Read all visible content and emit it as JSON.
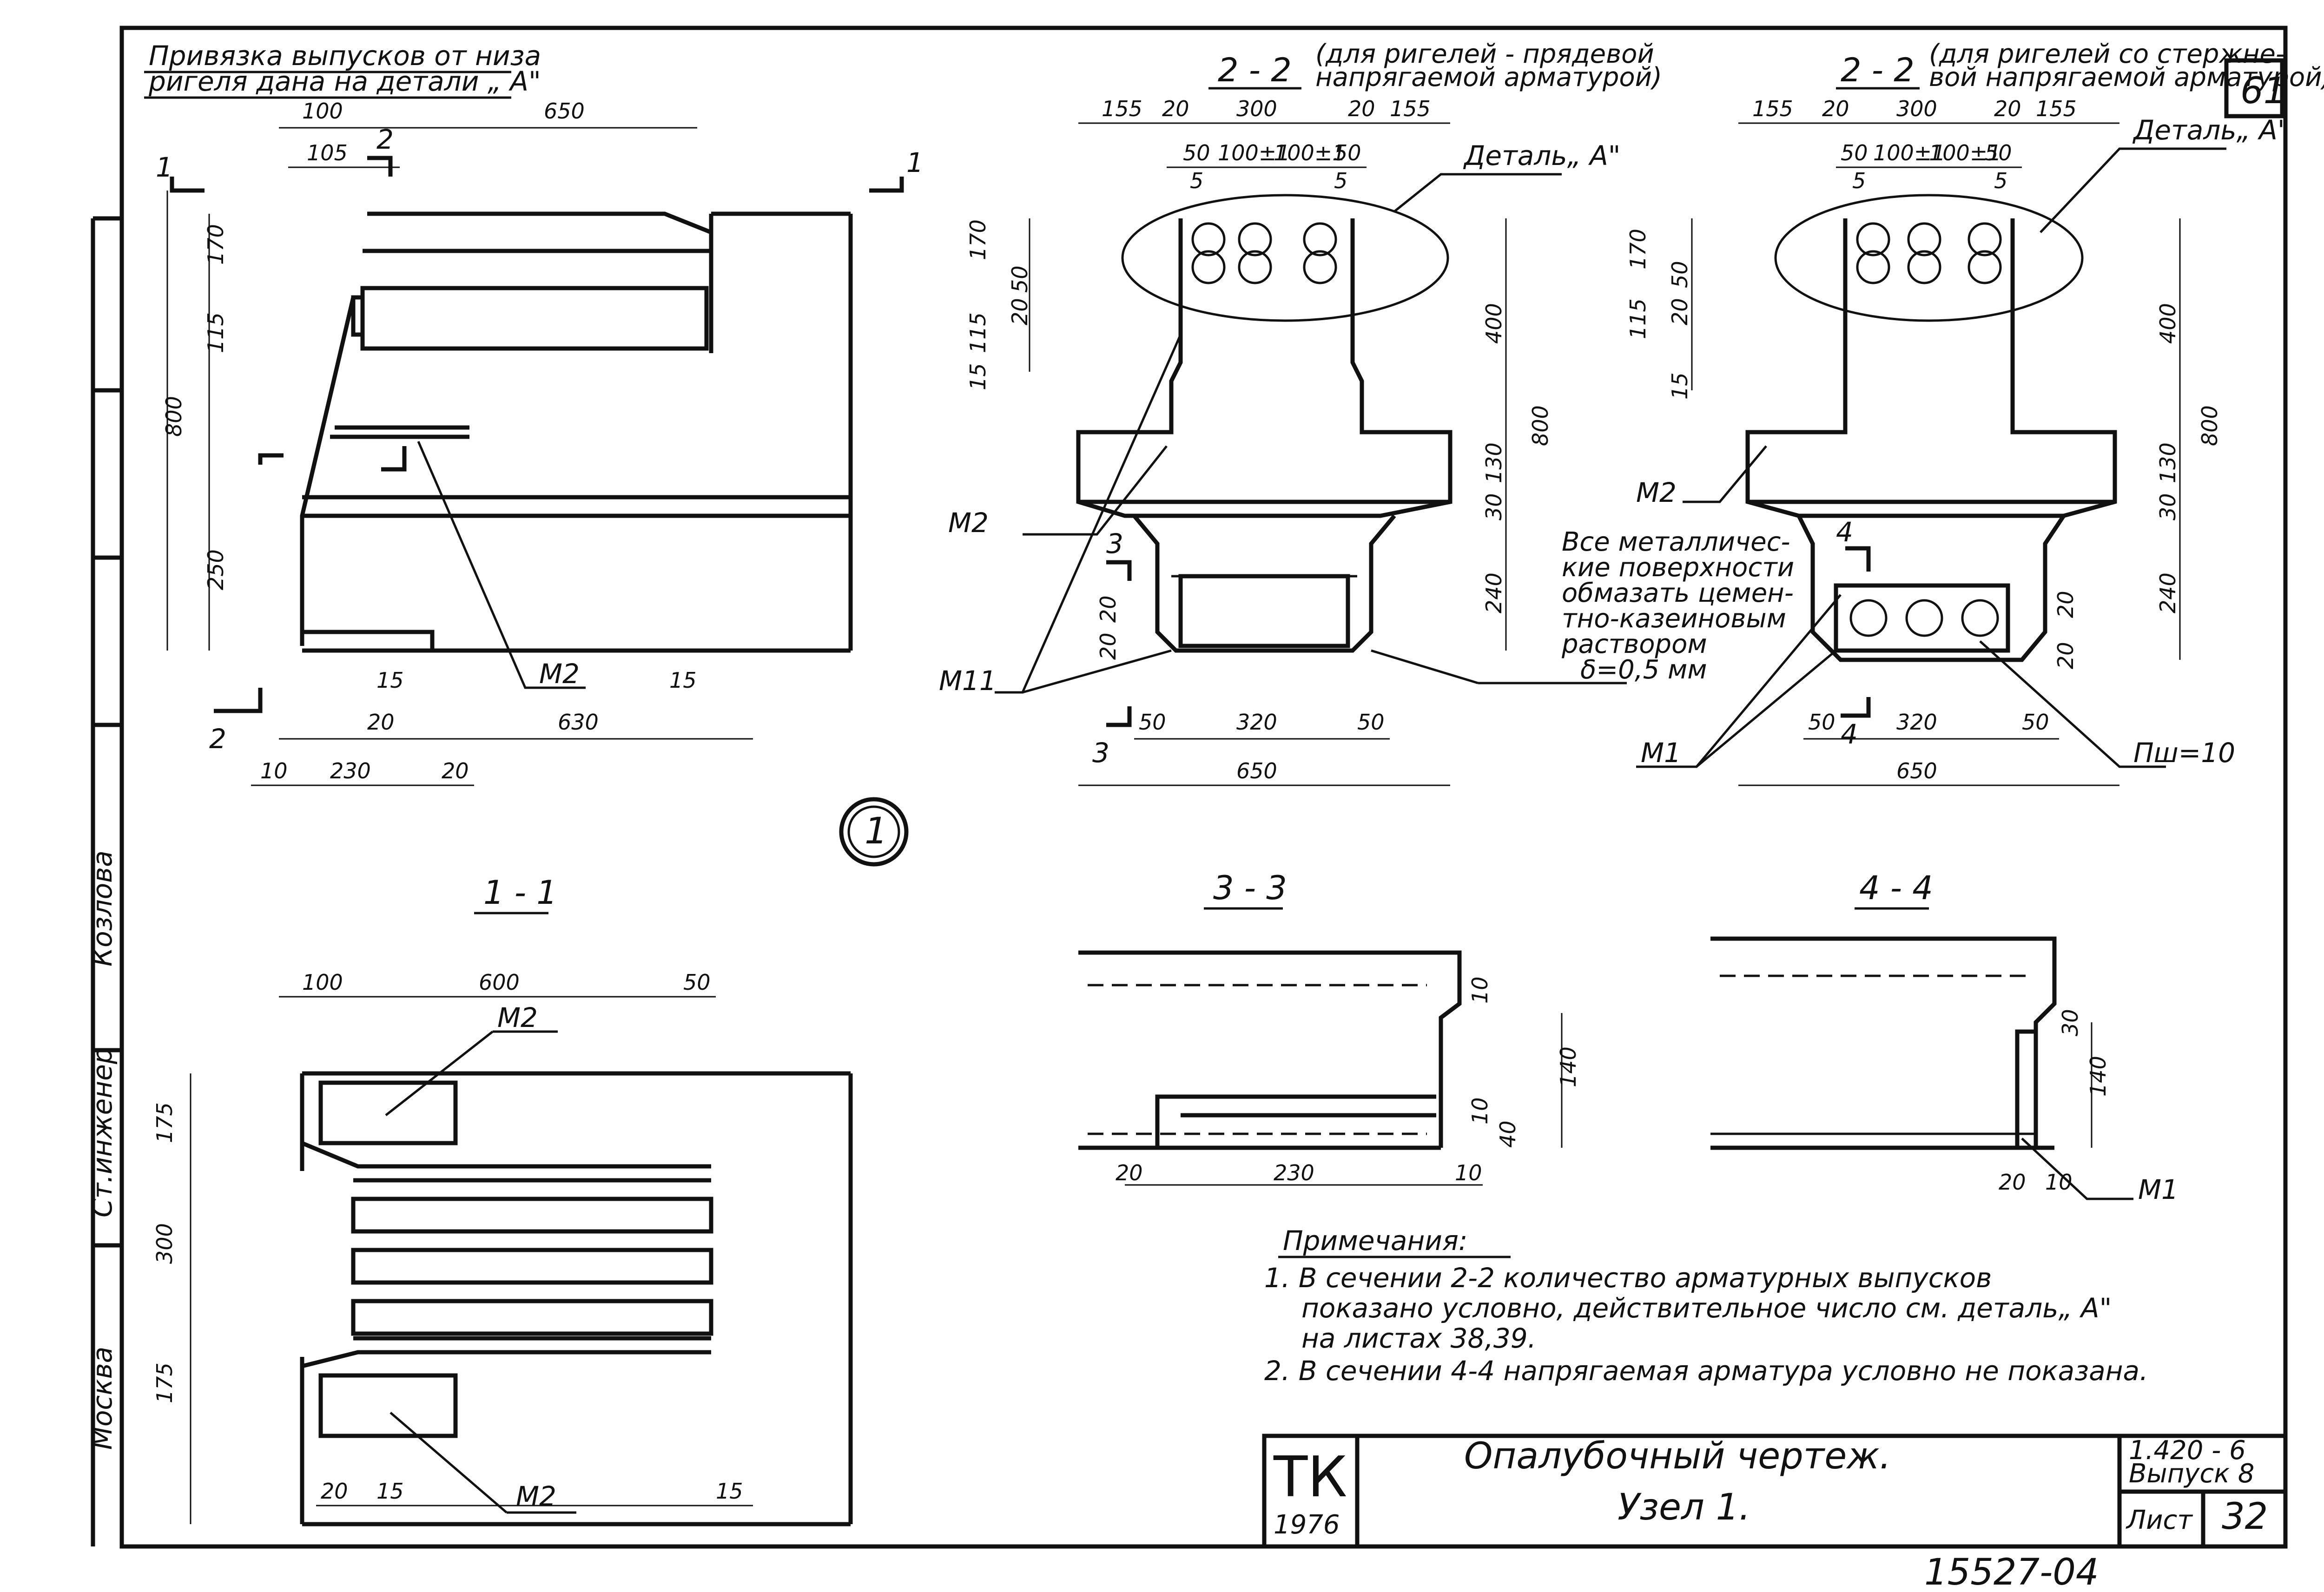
{
  "sheet_number_corner": "61",
  "top_note": [
    "Привязка выпусков от низа",
    "ригеля дана на детали „ A\""
  ],
  "sections": {
    "s22_left": "2 - 2",
    "s22_left_note": [
      "(для ригелей - прядевой",
      "напрягаемой арматурой)"
    ],
    "s22_right": "2 - 2",
    "s22_right_note": [
      "(для ригелей со стержне-",
      "вой напрягаемой арматурой)"
    ],
    "s11": "1 - 1",
    "s33": "3 - 3",
    "s44": "4 - 4",
    "cut1": "1",
    "cut2": "2",
    "cut3": "3",
    "cut4": "4"
  },
  "detail_label": "Деталь„ A\"",
  "node_mark": "1",
  "marks": {
    "m1": "М1",
    "m2": "М2",
    "m11": "М11",
    "pw": "Пш=10"
  },
  "metal_note": [
    "Все металличес-",
    "кие поверхности",
    "обмазать цемен-",
    "тно-казеиновым",
    "раствором",
    "δ=0,5 мм"
  ],
  "dims": {
    "d100": "100",
    "d650": "650",
    "d105": "105",
    "d170": "170",
    "d115": "115",
    "d800": "800",
    "d250": "250",
    "d15": "15",
    "d20": "20",
    "d630": "630",
    "d10": "10",
    "d230": "230",
    "d155": "155",
    "d300": "300",
    "d50": "50",
    "d100pm": "100±1",
    "d5": "5",
    "d400": "400",
    "d130": "130",
    "d30": "30",
    "d240": "240",
    "d320": "320",
    "d600": "600",
    "d175": "175",
    "d140": "140",
    "d40": "40"
  },
  "notes": {
    "title": "Примечания:",
    "lines": [
      "1.  В сечении 2-2 количество арматурных выпусков",
      "показано условно, действительное число см. деталь„ A\"",
      "на листах 38,39.",
      "2.  В сечении 4-4 напрягаемая арматура условно не показана."
    ]
  },
  "stamp": {
    "org": "ТК",
    "year": "1976",
    "title": "Опалубочный чертеж.",
    "subtitle": "Узел 1.",
    "series": "1.420 - 6",
    "issue": "Выпуск 8",
    "sheet_label": "Лист",
    "sheet_no": "32"
  },
  "side_stamp": [
    "Москва",
    "Ст.инженер",
    "Козлова"
  ],
  "bottom_number": "15527-04"
}
